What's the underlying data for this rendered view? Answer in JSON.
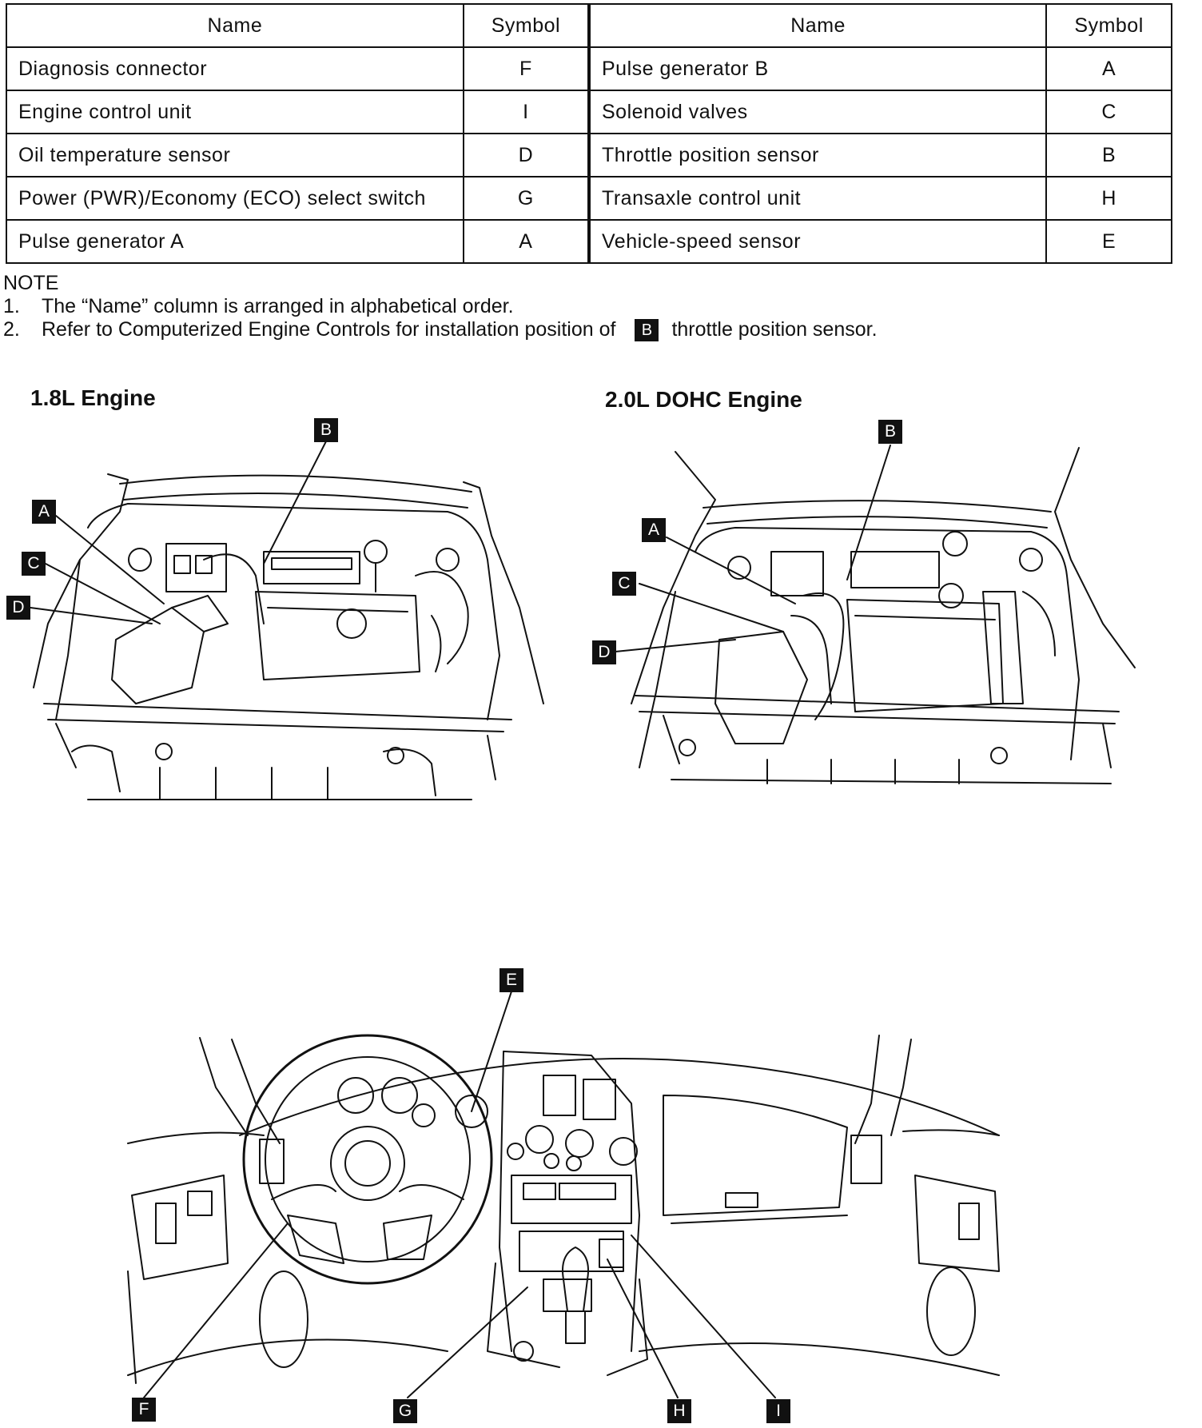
{
  "table": {
    "headers": {
      "name": "Name",
      "symbol": "Symbol"
    },
    "left_rows": [
      {
        "name": "Diagnosis connector",
        "symbol": "F"
      },
      {
        "name": "Engine control unit",
        "symbol": "I"
      },
      {
        "name": "Oil temperature sensor",
        "symbol": "D"
      },
      {
        "name": "Power (PWR)/Economy (ECO) select switch",
        "symbol": "G"
      },
      {
        "name": "Pulse generator A",
        "symbol": "A"
      }
    ],
    "right_rows": [
      {
        "name": "Pulse generator B",
        "symbol": "A"
      },
      {
        "name": "Solenoid valves",
        "symbol": "C"
      },
      {
        "name": "Throttle position sensor",
        "symbol": "B"
      },
      {
        "name": "Transaxle control unit",
        "symbol": "H"
      },
      {
        "name": "Vehicle-speed sensor",
        "symbol": "E"
      }
    ]
  },
  "note": {
    "title": "NOTE",
    "item1_num": "1.",
    "item1_text": "The “Name” column is arranged in alphabetical order.",
    "item2_num": "2.",
    "item2_text_before": "Refer to Computerized Engine Controls for installation position of",
    "item2_badge": "B",
    "item2_text_after": "throttle position sensor."
  },
  "figures": {
    "engine_18": {
      "title": "1.8L Engine",
      "callouts": {
        "a": "A",
        "b": "B",
        "c": "C",
        "d": "D"
      }
    },
    "engine_20": {
      "title": "2.0L DOHC Engine",
      "callouts": {
        "a": "A",
        "b": "B",
        "c": "C",
        "d": "D"
      }
    },
    "interior": {
      "callouts": {
        "e": "E",
        "f": "F",
        "g": "G",
        "h": "H",
        "i": "I"
      }
    }
  }
}
